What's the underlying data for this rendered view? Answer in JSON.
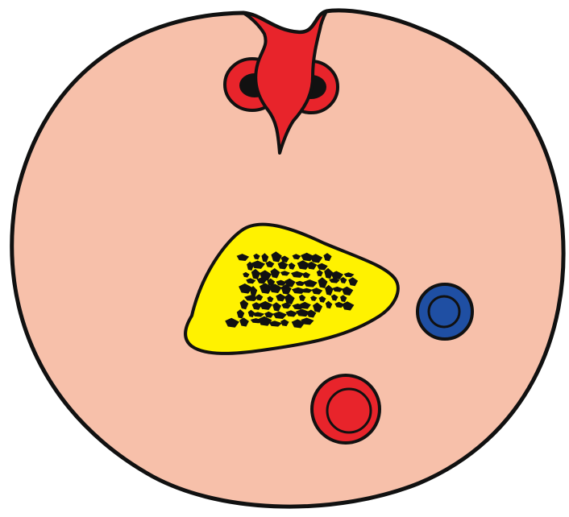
{
  "diagram": {
    "colors": {
      "background": "#ffffff",
      "outline": "#111111",
      "cross_section_fill": "#f7c0aa",
      "cleft_fill": "#e8242b",
      "paired_vessel_fill": "#e8242b",
      "paired_vessel_lumen": "#111111",
      "yellow_region_fill": "#fff200",
      "speckle_fill": "#111111",
      "blue_vessel_fill": "#1f4fa3",
      "blue_vessel_inner": "#1f4fa3",
      "red_vessel_fill": "#e8242b",
      "red_vessel_inner": "#e8242b"
    },
    "elements": [
      "circular-cross-section",
      "top-red-cleft",
      "paired-red-vessels",
      "yellow-central-region",
      "dark-speckles",
      "blue-vessel",
      "red-vessel"
    ]
  }
}
